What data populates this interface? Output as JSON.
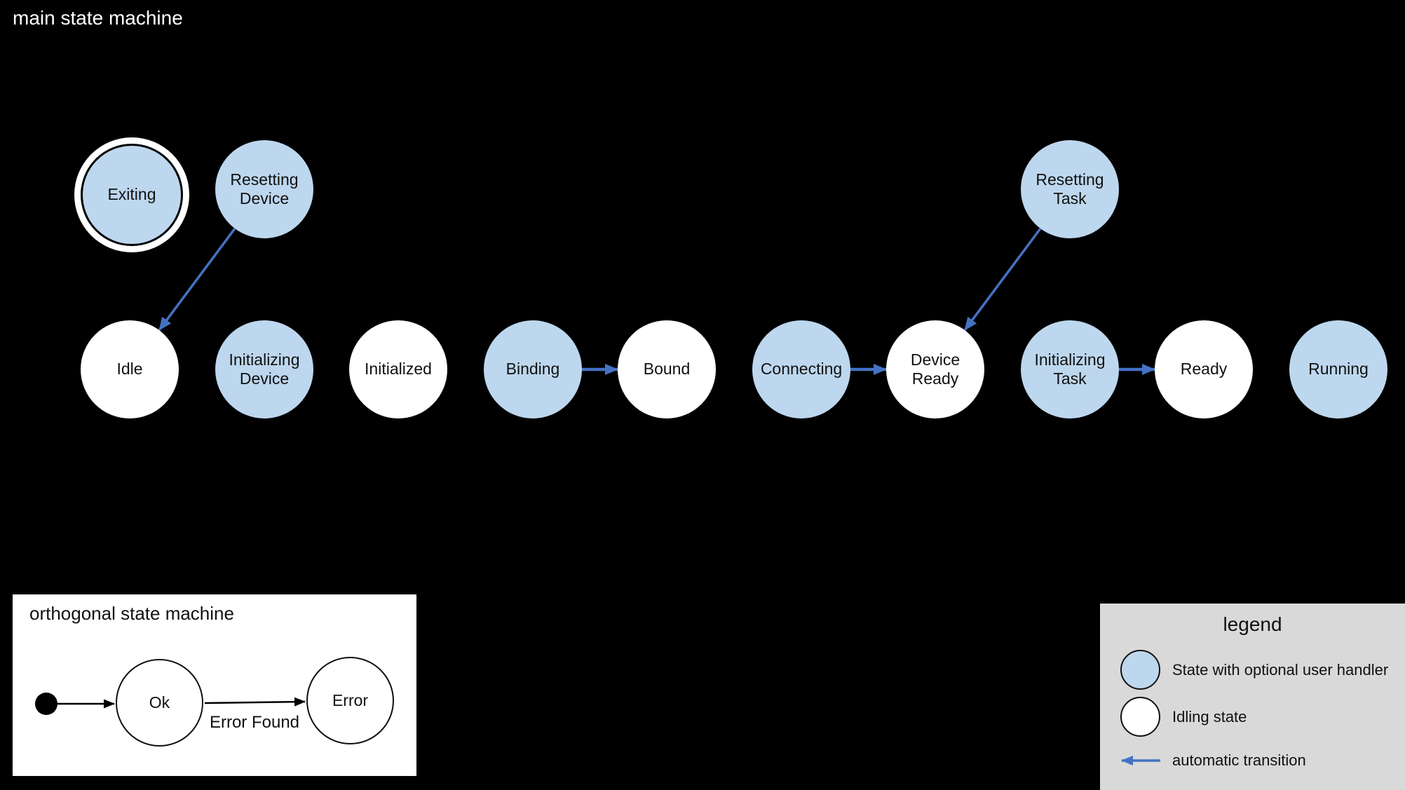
{
  "main_machine": {
    "title": "main state machine",
    "states": [
      {
        "label": "Exiting",
        "kind": "user-handler",
        "final_double_ring": true
      },
      {
        "label": "Resetting Device",
        "kind": "user-handler"
      },
      {
        "label": "Resetting Task",
        "kind": "user-handler"
      },
      {
        "label": "Idle",
        "kind": "idling"
      },
      {
        "label": "Initializing Device",
        "kind": "user-handler"
      },
      {
        "label": "Initialized",
        "kind": "idling"
      },
      {
        "label": "Binding",
        "kind": "user-handler"
      },
      {
        "label": "Bound",
        "kind": "idling"
      },
      {
        "label": "Connecting",
        "kind": "user-handler"
      },
      {
        "label": "Device Ready",
        "kind": "idling"
      },
      {
        "label": "Initializing Task",
        "kind": "user-handler"
      },
      {
        "label": "Ready",
        "kind": "idling"
      },
      {
        "label": "Running",
        "kind": "user-handler"
      }
    ],
    "transitions": [
      {
        "from": "Resetting Device",
        "to": "Idle",
        "type": "automatic"
      },
      {
        "from": "Binding",
        "to": "Bound",
        "type": "automatic"
      },
      {
        "from": "Connecting",
        "to": "Device Ready",
        "type": "automatic"
      },
      {
        "from": "Resetting Task",
        "to": "Device Ready",
        "type": "automatic"
      },
      {
        "from": "Initializing Task",
        "to": "Ready",
        "type": "automatic"
      }
    ]
  },
  "orthogonal_machine": {
    "title": "orthogonal state machine",
    "states": [
      {
        "label": "Ok"
      },
      {
        "label": "Error"
      }
    ],
    "transitions": [
      {
        "from": "initial",
        "to": "Ok",
        "label": ""
      },
      {
        "from": "Ok",
        "to": "Error",
        "label": "Error Found"
      }
    ]
  },
  "legend": {
    "title": "legend",
    "items": [
      {
        "swatch": "user-handler-state",
        "label": "State with optional user handler"
      },
      {
        "swatch": "idling-state",
        "label": "Idling state"
      },
      {
        "swatch": "automatic-transition-arrow",
        "label": "automatic transition"
      }
    ]
  },
  "colors": {
    "user_handler_state_fill": "#bdd7ee",
    "idling_state_fill": "#ffffff",
    "automatic_transition": "#4472c4",
    "legend_background": "#d9d9d9",
    "page_background": "#000000",
    "state_text": "#111111"
  }
}
